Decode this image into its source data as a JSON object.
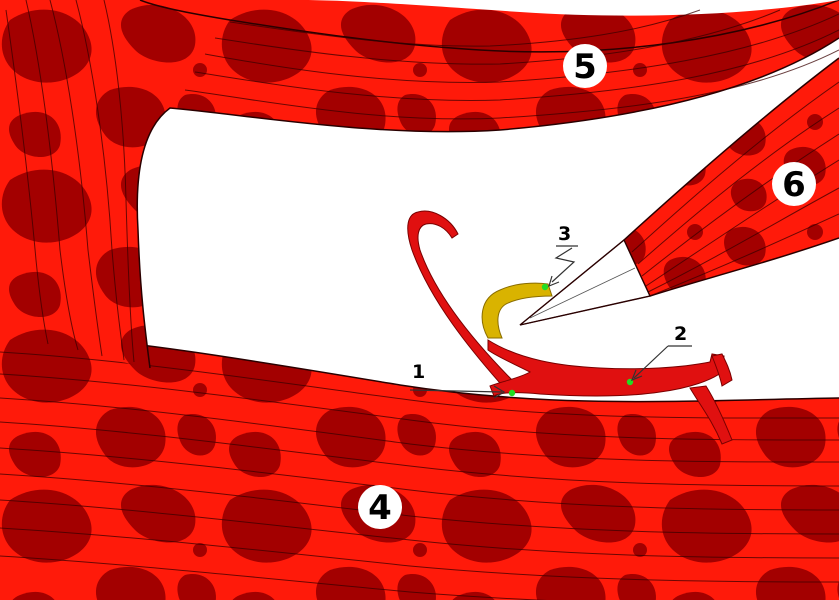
{
  "figure": {
    "colors": {
      "muscle_light": "#ff1a0a",
      "muscle_dark": "#a30000",
      "tendon_gold": "#d9b300",
      "point_green": "#22dd22",
      "vessel": "#e01010",
      "background": "#ffffff"
    },
    "muscle_numbers": [
      {
        "id": "m4",
        "text": "4"
      },
      {
        "id": "m5",
        "text": "5"
      },
      {
        "id": "m6",
        "text": "6"
      }
    ],
    "pointer_labels": [
      {
        "id": "l1",
        "text": "1"
      },
      {
        "id": "l2",
        "text": "2"
      },
      {
        "id": "l3",
        "text": "3"
      }
    ]
  }
}
